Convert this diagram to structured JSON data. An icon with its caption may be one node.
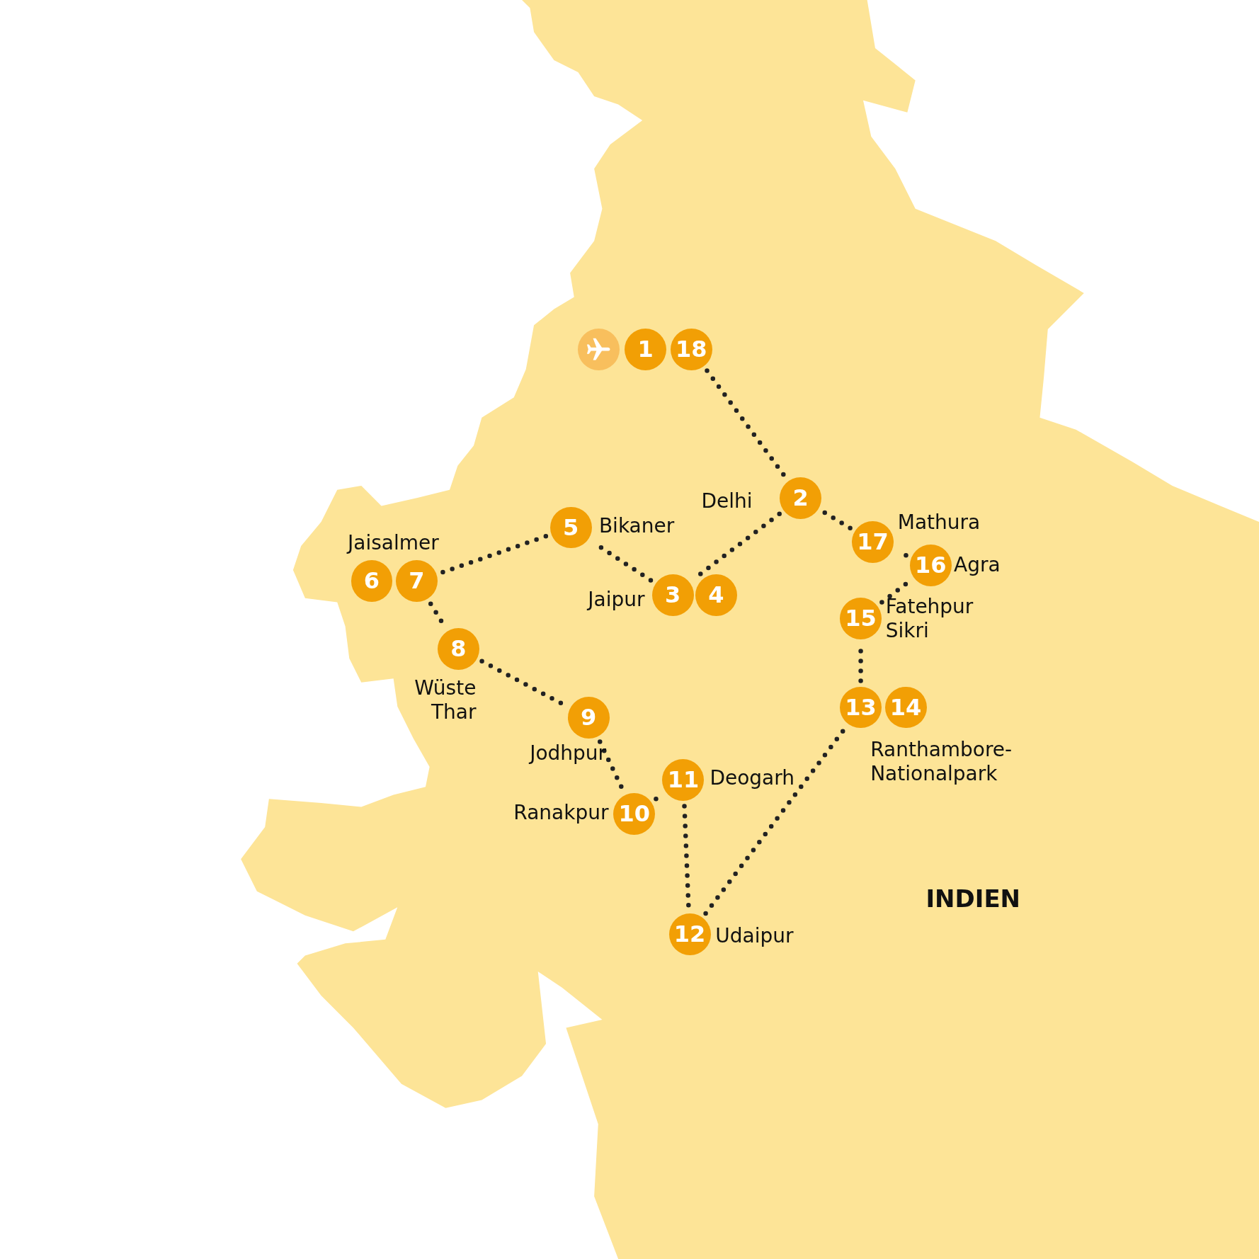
{
  "diagram": {
    "nodes": [
      {
        "text": [],
        "shape": "picture"
      },
      {
        "text": [
          "1"
        ]
      },
      {
        "text": [
          "2"
        ],
        "beside": [
          "Delhi"
        ]
      },
      {
        "text": [
          "3"
        ],
        "beside": [
          "Jaipur"
        ]
      },
      {
        "text": [
          "4"
        ]
      },
      {
        "text": [
          "5"
        ],
        "beside": [
          "Bikaner"
        ]
      },
      {
        "text": [
          "6"
        ],
        "beside": [
          "Jaisalmer"
        ]
      },
      {
        "text": [
          "7"
        ]
      },
      {
        "text": [
          "8"
        ],
        "beside": [
          "Wüste Thar"
        ]
      },
      {
        "text": [
          "9"
        ],
        "beside": [
          "Jodhpur"
        ]
      },
      {
        "text": [
          "10"
        ],
        "beside": [
          "Ranakpur"
        ]
      },
      {
        "text": [
          "11"
        ],
        "beside": [
          "Deogarh"
        ]
      },
      {
        "text": [
          "12"
        ],
        "beside": [
          "Udaipur"
        ]
      },
      {
        "text": [
          "13"
        ],
        "beside": [
          "Ranthambore-Nationalpark"
        ]
      },
      {
        "text": [
          "14"
        ]
      },
      {
        "text": [
          "15"
        ],
        "beside": [
          "Fatehpur Sikri"
        ]
      },
      {
        "text": [
          "16"
        ],
        "beside": [
          "Agra"
        ]
      },
      {
        "text": [
          "17"
        ],
        "beside": [
          "Mathura"
        ]
      },
      {
        "text": [
          "18"
        ]
      }
    ],
    "edges": [
      {
        "from": 18,
        "to": 2,
        "arrow": "none"
      },
      {
        "from": 2,
        "to": 3,
        "arrow": "none"
      },
      {
        "from": 3,
        "to": 5,
        "arrow": "none"
      },
      {
        "from": 5,
        "to": 7,
        "arrow": "none"
      },
      {
        "from": 7,
        "to": 8,
        "arrow": "none"
      },
      {
        "from": 8,
        "to": 9,
        "arrow": "none"
      },
      {
        "from": 9,
        "to": 10,
        "arrow": "none"
      },
      {
        "from": 10,
        "to": 11,
        "arrow": "none"
      },
      {
        "from": 11,
        "to": 12,
        "arrow": "none"
      },
      {
        "from": 12,
        "to": 13,
        "arrow": "none"
      },
      {
        "from": 13,
        "to": 15,
        "arrow": "none"
      },
      {
        "from": 15,
        "to": 16,
        "arrow": "none"
      },
      {
        "from": 16,
        "to": 17,
        "arrow": "none"
      },
      {
        "from": 17,
        "to": 2,
        "arrow": "none"
      }
    ],
    "labels": [
      "INDIEN"
    ]
  }
}
